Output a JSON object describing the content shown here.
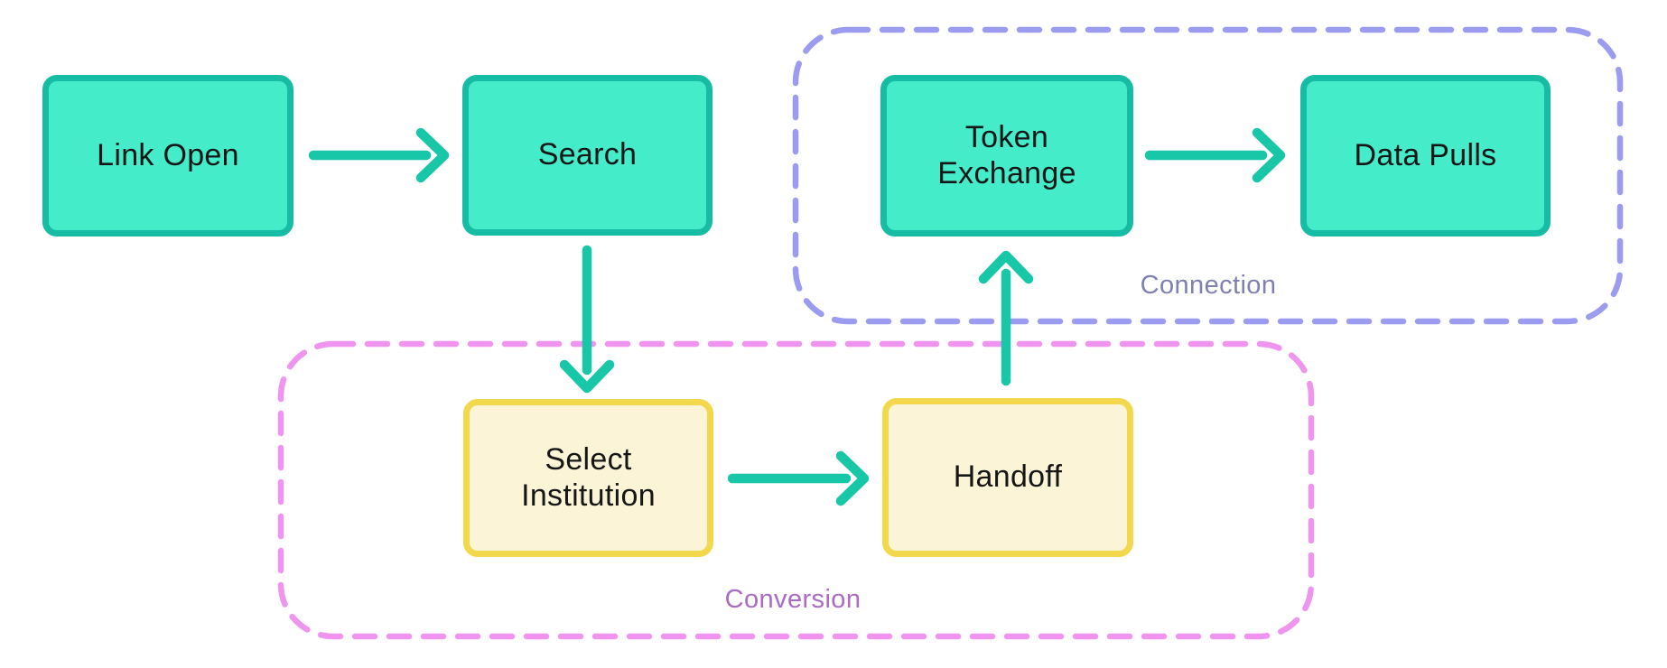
{
  "diagram": {
    "nodes": {
      "link_open": {
        "label": "Link Open",
        "style": "teal"
      },
      "search": {
        "label": "Search",
        "style": "teal"
      },
      "token_exchange": {
        "label": "Token Exchange",
        "style": "teal"
      },
      "data_pulls": {
        "label": "Data Pulls",
        "style": "teal"
      },
      "select_institution": {
        "label": "Select Institution",
        "style": "yellow"
      },
      "handoff": {
        "label": "Handoff",
        "style": "yellow"
      }
    },
    "groups": {
      "connection": {
        "label": "Connection",
        "contains": [
          "token_exchange",
          "data_pulls"
        ]
      },
      "conversion": {
        "label": "Conversion",
        "contains": [
          "select_institution",
          "handoff"
        ]
      }
    },
    "edges": [
      {
        "from": "link_open",
        "to": "search",
        "direction": "right"
      },
      {
        "from": "search",
        "to": "select_institution",
        "direction": "down"
      },
      {
        "from": "select_institution",
        "to": "handoff",
        "direction": "right"
      },
      {
        "from": "handoff",
        "to": "token_exchange",
        "direction": "up"
      },
      {
        "from": "token_exchange",
        "to": "data_pulls",
        "direction": "right"
      }
    ]
  },
  "colors": {
    "bg": "#ffffff",
    "teal_fill": "#45ecc9",
    "teal_border": "#16bca3",
    "yellow_fill": "#fbf4d7",
    "yellow_border": "#f3d84e",
    "arrow": "#18c6a8",
    "connection_border": "#9b9bf0",
    "connection_label": "#8080b2",
    "conversion_border": "#ef94ef",
    "conversion_label": "#a96bc4",
    "node_text": "#161616"
  }
}
